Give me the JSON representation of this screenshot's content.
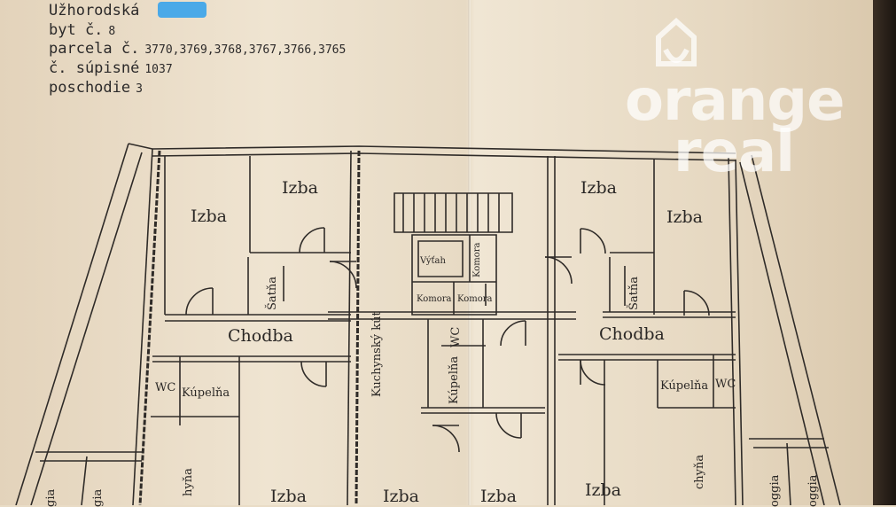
{
  "header": {
    "street": "Užhorodská",
    "apartment_label": "byt č.",
    "apartment_no": "8",
    "parcel_label": "parcela č.",
    "parcel_no": "3770,3769,3768,3767,3766,3765",
    "registry_label": "č. súpisné",
    "registry_no": "1037",
    "floor_label": "poschodie",
    "floor_no": "3"
  },
  "watermark": {
    "line1": "orange",
    "line2": "real"
  },
  "rooms": {
    "izba": "Izba",
    "chodba": "Chodba",
    "satna": "Šatňa",
    "wc": "WC",
    "kupelna": "Kúpelňa",
    "vytah": "Výťah",
    "komora": "Komora",
    "kuchynsky_kut": "Kuchynský kút",
    "kuchyna_partial": "chyňa",
    "kuchyna_partial_left": "hyňa",
    "loggia_partial": "oggia",
    "loggia_partial_left": "gia"
  },
  "colors": {
    "ink": "#2a2725",
    "paper": "#ece1cd",
    "redaction": "#4aa9e8"
  }
}
